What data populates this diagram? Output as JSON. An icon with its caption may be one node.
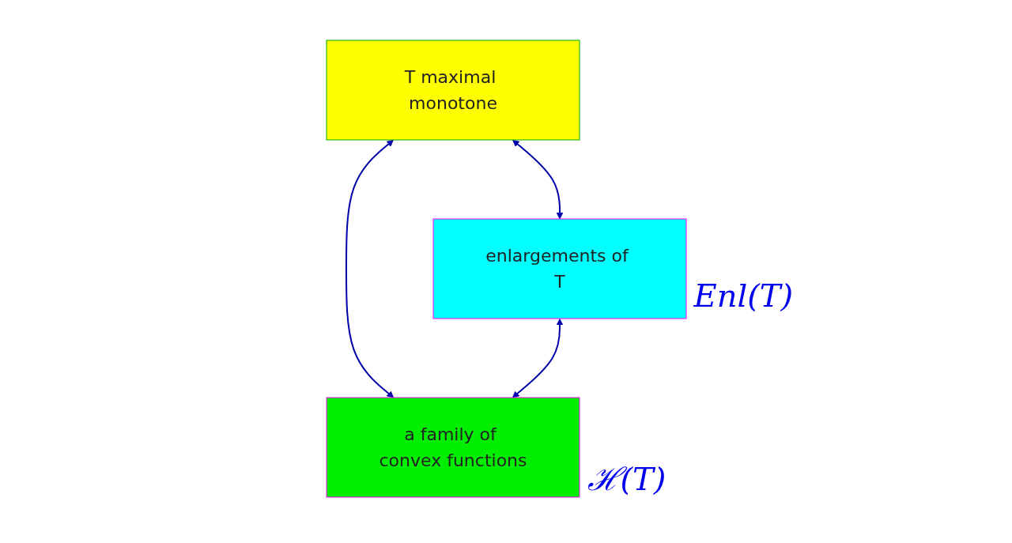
{
  "diagram": {
    "nodes": [
      {
        "text": [
          "T maximal monotone"
        ]
      },
      {
        "text": [
          "enlargements of T"
        ],
        "beside": [
          "Enl(T)"
        ]
      },
      {
        "text": [
          "a family of convex functions"
        ],
        "beside": [
          "ℋ(T)"
        ]
      }
    ],
    "edges": [
      {
        "from": 0,
        "to": 1,
        "arrow": "both"
      },
      {
        "from": 0,
        "to": 2,
        "arrow": "both"
      },
      {
        "from": 1,
        "to": 2,
        "arrow": "both"
      }
    ]
  }
}
